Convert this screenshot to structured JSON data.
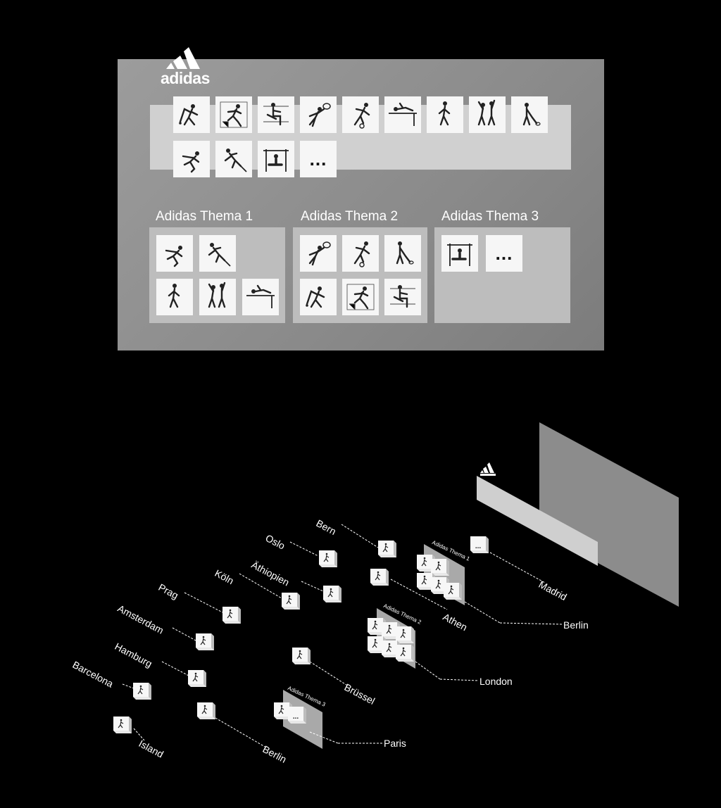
{
  "brand": {
    "name": "adidas"
  },
  "top_panel": {
    "tiles": [
      {
        "icon": "hockey-player-icon"
      },
      {
        "icon": "hurdles-runner-icon"
      },
      {
        "icon": "rowing-icon"
      },
      {
        "icon": "tennis-player-icon"
      },
      {
        "icon": "soccer-player-icon"
      },
      {
        "icon": "high-jump-icon"
      },
      {
        "icon": "runner-icon"
      },
      {
        "icon": "basketball-players-icon"
      },
      {
        "icon": "golfer-icon"
      },
      {
        "icon": "sprinter-icon"
      },
      {
        "icon": "skier-icon"
      },
      {
        "icon": "gymnastics-bars-icon"
      }
    ],
    "more_label": "...",
    "groups": [
      {
        "title": "Adidas Thema 1"
      },
      {
        "title": "Adidas Thema 2"
      },
      {
        "title": "Adidas Thema 3"
      }
    ]
  },
  "diagram": {
    "cities": [
      {
        "label": "Bern"
      },
      {
        "label": "Oslo"
      },
      {
        "label": "Äthiopien"
      },
      {
        "label": "Köln"
      },
      {
        "label": "Prag"
      },
      {
        "label": "Amsterdam"
      },
      {
        "label": "Hamburg"
      },
      {
        "label": "Barcelona"
      },
      {
        "label": "Island"
      },
      {
        "label": "Berlin"
      },
      {
        "label": "Brüssel"
      },
      {
        "label": "Athen"
      },
      {
        "label": "Madrid"
      },
      {
        "label": "Berlin"
      },
      {
        "label": "London"
      },
      {
        "label": "Paris"
      }
    ],
    "group_labels": [
      {
        "title": "Adidas Thema 1"
      },
      {
        "title": "Adidas Thema 2"
      },
      {
        "title": "Adidas Thema 3"
      }
    ],
    "more_label": "..."
  },
  "colors": {
    "background": "#000000",
    "panel": "#8e8e8e",
    "band": "#d0d0d0",
    "group_box": "#bdbdbd",
    "tile": "#f6f6f6"
  }
}
